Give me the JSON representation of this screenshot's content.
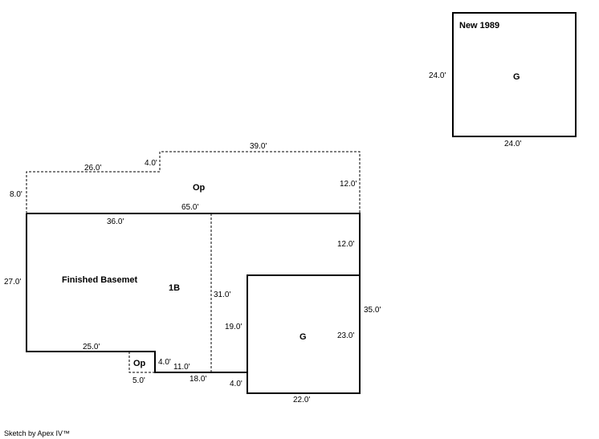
{
  "areas": {
    "new_garage_title": "New 1989",
    "new_garage_code": "G",
    "porch_code": "Op",
    "basement_label": "Finished Basemet",
    "floor_code": "1B",
    "garage_code": "G",
    "small_porch_code": "Op"
  },
  "dimensions": {
    "new_garage_left": "24.0'",
    "new_garage_bottom": "24.0'",
    "porch_top": "39.0'",
    "porch_step": "4.0'",
    "porch_left_top": "26.0'",
    "porch_left_side": "8.0'",
    "porch_right_side": "12.0'",
    "house_top": "65.0'",
    "basement_top": "36.0'",
    "house_left": "27.0'",
    "right_upper": "12.0'",
    "right_total": "35.0'",
    "interior_divider": "31.0'",
    "garage_left": "19.0'",
    "garage_right": "23.0'",
    "basement_bottom": "25.0'",
    "small_porch_side": "4.0'",
    "small_porch_bottom": "5.0'",
    "bottom_segment": "11.0'",
    "bottom_run": "18.0'",
    "garage_step": "4.0'",
    "garage_bottom": "22.0'"
  },
  "footer": "Sketch by Apex IV™"
}
